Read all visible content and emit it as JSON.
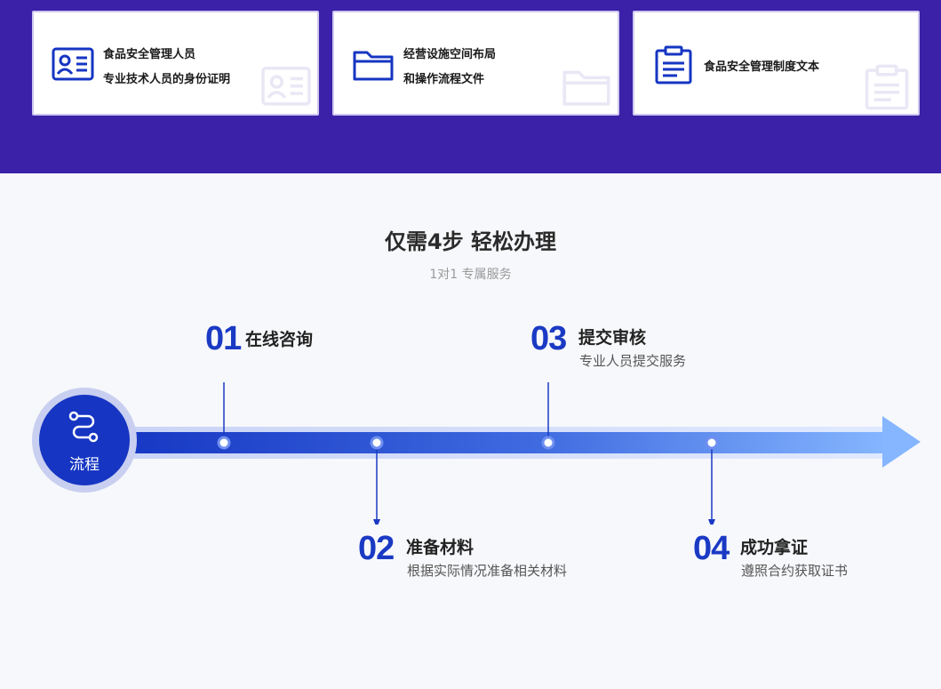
{
  "cards": [
    {
      "line1": "食品安全管理人员",
      "line2": "专业技术人员的身份证明",
      "icon": "id-card-icon"
    },
    {
      "line1": "经营设施空间布局",
      "line2": "和操作流程文件",
      "icon": "folder-icon"
    },
    {
      "line1": "食品安全管理制度文本",
      "icon": "clipboard-icon"
    }
  ],
  "section": {
    "title": "仅需4步 轻松办理",
    "subtitle": "1对1 专属服务"
  },
  "flow_label": "流程",
  "steps": [
    {
      "num": "01",
      "title": "在线咨询",
      "desc": ""
    },
    {
      "num": "02",
      "title": "准备材料",
      "desc": "根据实际情况准备相关材料"
    },
    {
      "num": "03",
      "title": "提交审核",
      "desc": "专业人员提交服务"
    },
    {
      "num": "04",
      "title": "成功拿证",
      "desc": "遵照合约获取证书"
    }
  ],
  "colors": {
    "band": "#3a21a8",
    "accent": "#1a3ac4",
    "arrow_start": "#1535c2",
    "arrow_end": "#86b6ff"
  }
}
